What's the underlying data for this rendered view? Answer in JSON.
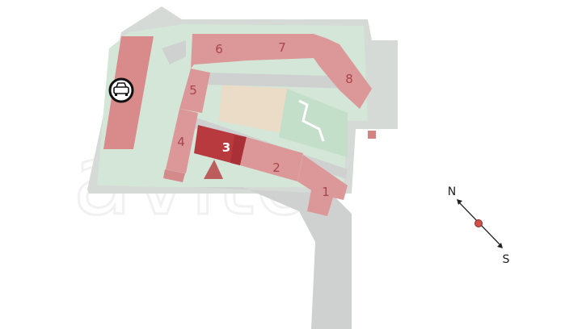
{
  "map": {
    "buildings": [
      {
        "label": "1",
        "selected": false
      },
      {
        "label": "2",
        "selected": false
      },
      {
        "label": "3",
        "selected": true
      },
      {
        "label": "4",
        "selected": false
      },
      {
        "label": "5",
        "selected": false
      },
      {
        "label": "6",
        "selected": false
      },
      {
        "label": "7",
        "selected": false
      },
      {
        "label": "8",
        "selected": false
      }
    ],
    "parking_icon": "car-icon",
    "watermark": "avito",
    "compass": {
      "north": "N",
      "south": "S"
    },
    "colors": {
      "building": "#d98a8a",
      "selected_building": "#b83a3e",
      "ground": "#dfe3df",
      "green": "#cfe5d3",
      "road": "#cfd1d1",
      "compass_dot": "#d2504a"
    }
  }
}
